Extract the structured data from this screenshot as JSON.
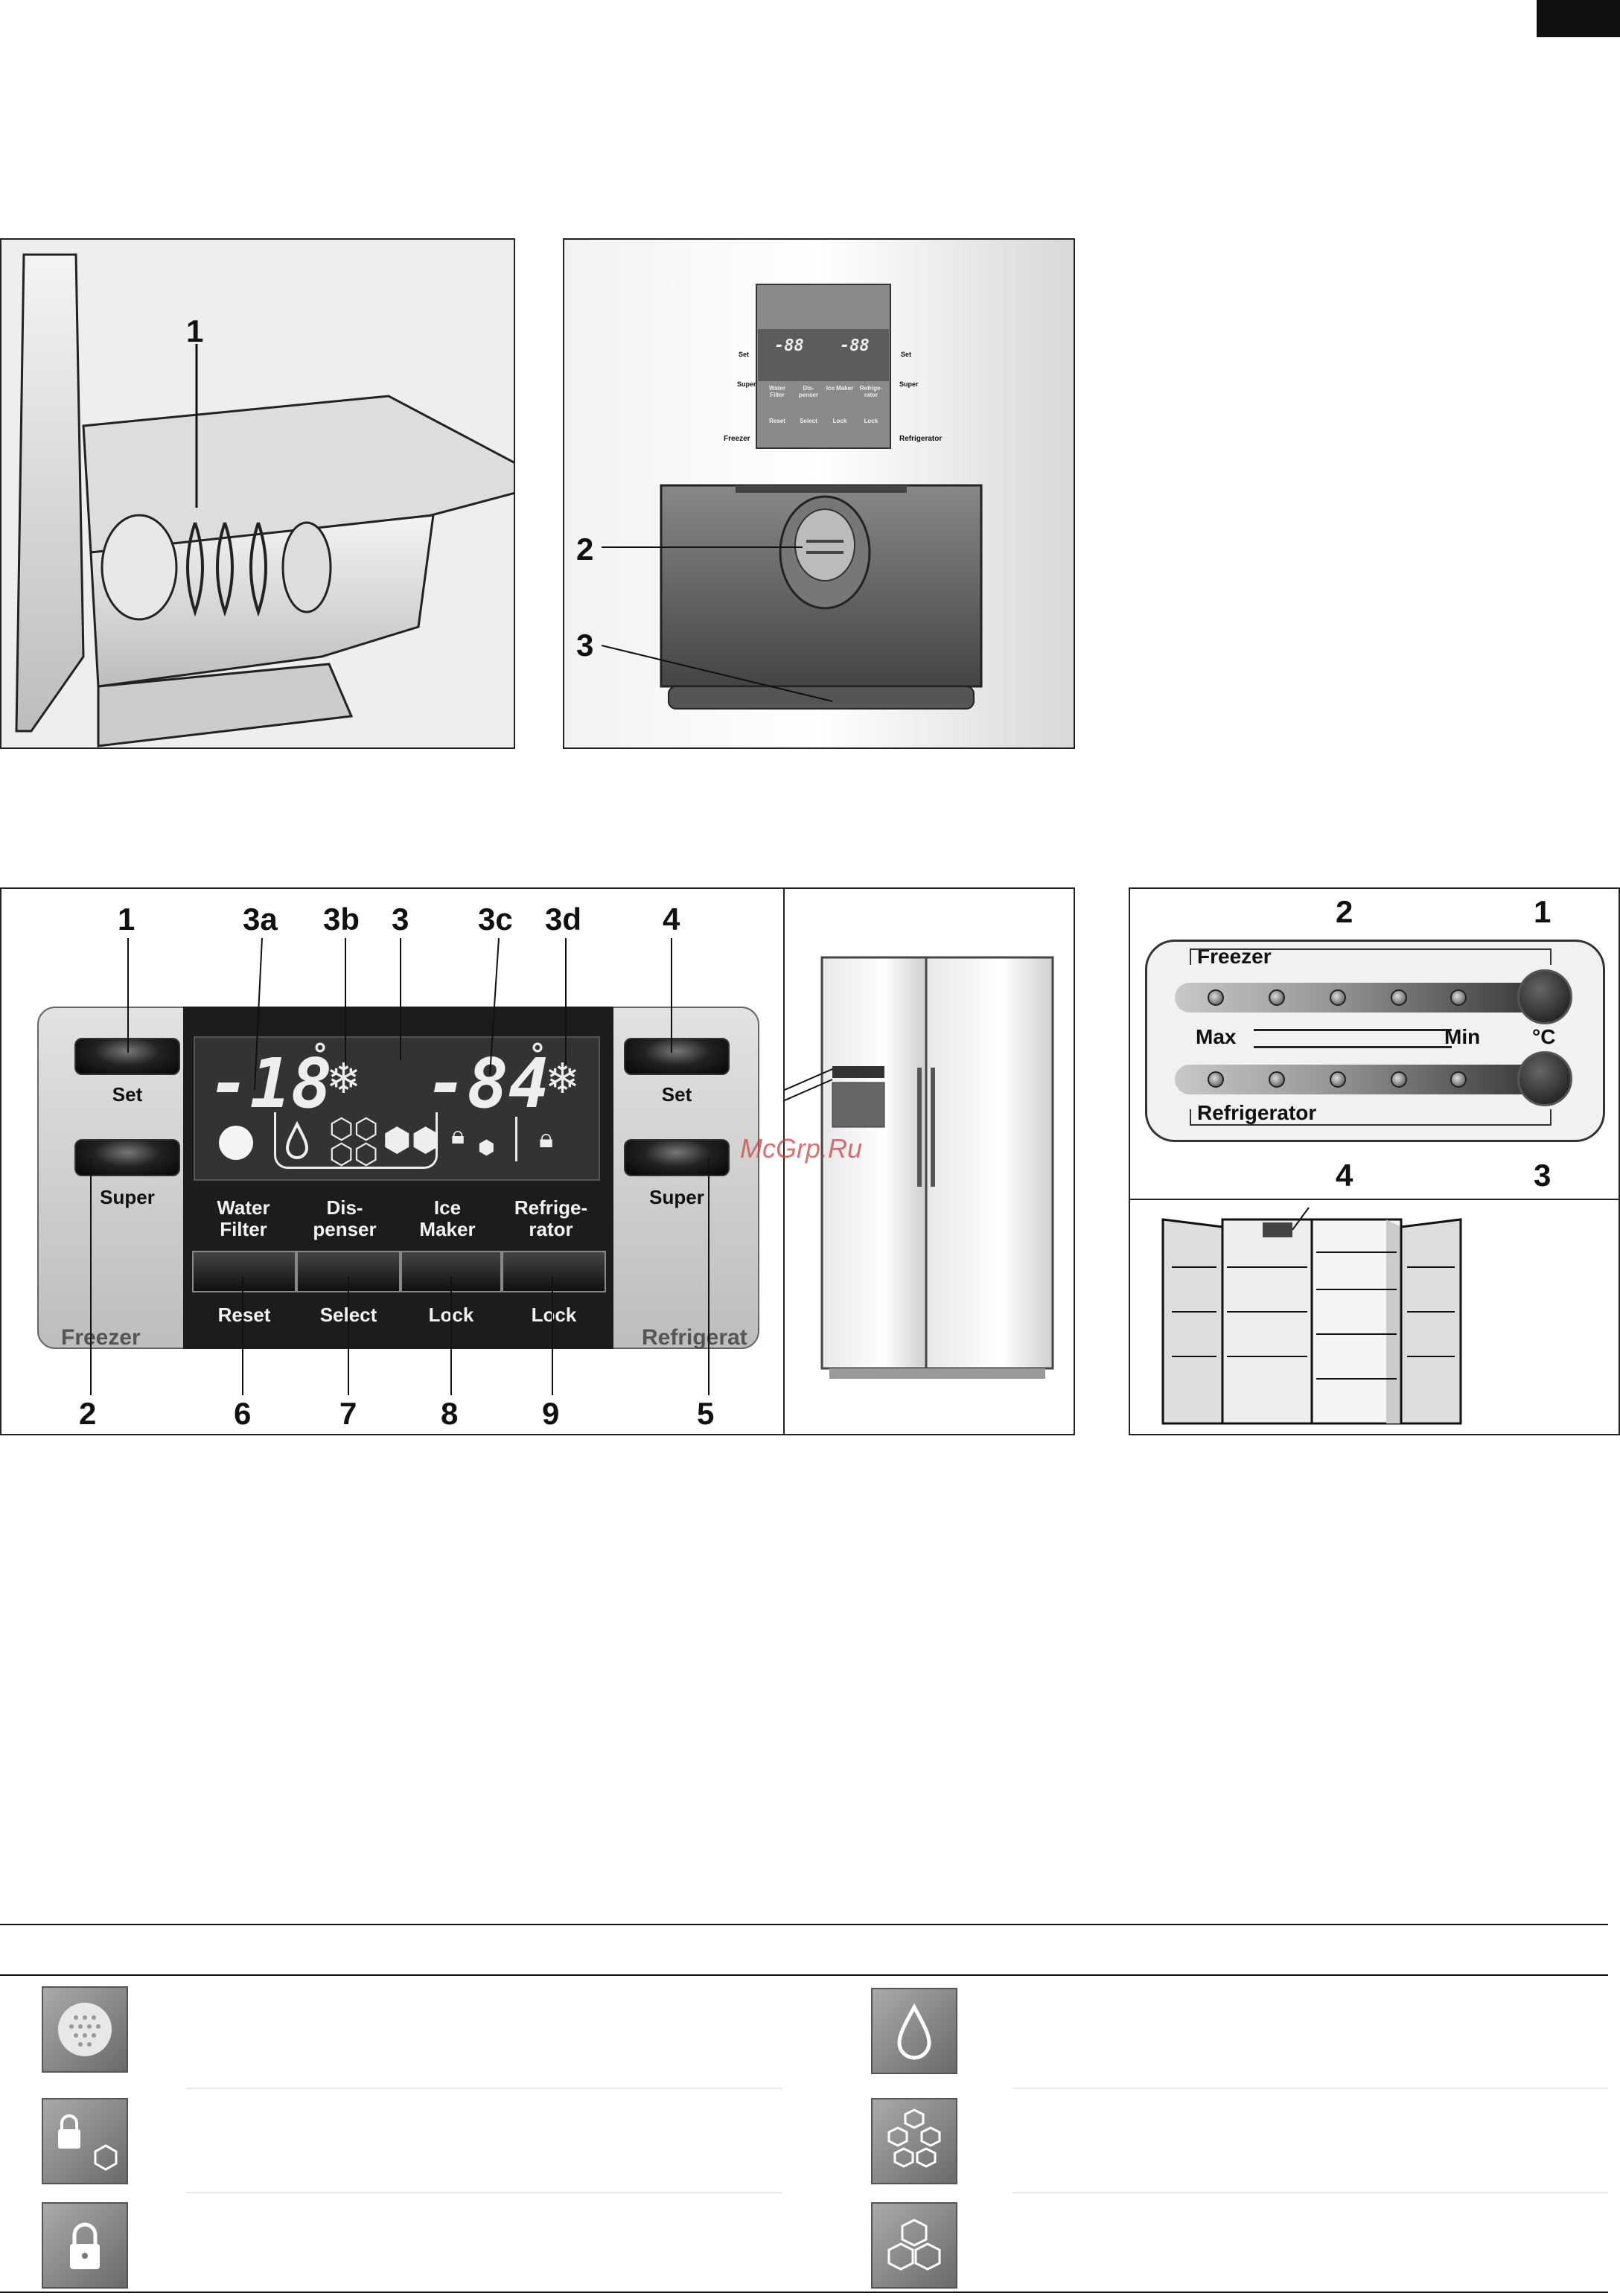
{
  "figure_top_left": {
    "callouts": [
      "1"
    ]
  },
  "figure_top_right": {
    "callouts": [
      "2",
      "3"
    ],
    "mini_panel": {
      "set": "Set",
      "super": "Super",
      "freezer": "Freezer",
      "refrigerator": "Refrigerator",
      "temp_left": "-88",
      "temp_right": "-88",
      "keys": [
        "Water Filter",
        "Dis-penser",
        "Ice Maker",
        "Refrige-rator"
      ],
      "subkeys": [
        "Reset",
        "Select",
        "Lock",
        "Lock"
      ]
    }
  },
  "figure_control_panel": {
    "top_callouts": [
      "1",
      "3a",
      "3b",
      "3",
      "3c",
      "3d",
      "4"
    ],
    "bottom_callouts": [
      "2",
      "6",
      "7",
      "8",
      "9",
      "5"
    ],
    "set_left": "Set",
    "super_left": "Super",
    "set_right": "Set",
    "super_right": "Super",
    "freezer_label": "Freezer",
    "refrigerator_label": "Refrigerat",
    "display": {
      "freezer_temp": "-18",
      "fridge_temp": "-84",
      "degree": "°"
    },
    "function_labels": [
      "Water Filter",
      "Dis-penser",
      "Ice Maker",
      "Refrige-rator"
    ],
    "button_labels": [
      "Reset",
      "Select",
      "Lock",
      "Lock"
    ]
  },
  "watermark": "McGrp.Ru",
  "figure_dial_panel": {
    "callouts_top": [
      "2",
      "1"
    ],
    "callouts_bottom": [
      "4",
      "3"
    ],
    "freezer": "Freezer",
    "max": "Max",
    "min": "Min",
    "unit": "°C",
    "refrigerator": "Refrigerator"
  },
  "icon_table": {
    "rows": [
      {
        "left_icon": "water-filter-icon",
        "right_icon": "water-drop-icon"
      },
      {
        "left_icon": "ice-maker-lock-icon",
        "right_icon": "crushed-ice-icon"
      },
      {
        "left_icon": "lock-icon",
        "right_icon": "ice-cubes-icon"
      }
    ]
  }
}
